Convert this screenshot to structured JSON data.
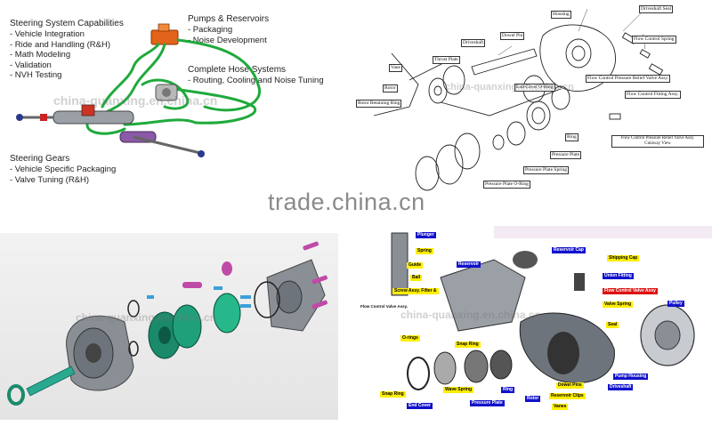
{
  "watermarks": {
    "site": "trade.china.cn",
    "panel": "china-quanxing.en.china.cn"
  },
  "steering_system": {
    "capabilities_title": "Steering System Capabilities",
    "capabilities": [
      "- Vehicle Integration",
      "- Ride and Handling (R&H)",
      "- Math Modeling",
      "- Validation",
      "- NVH Testing"
    ],
    "pumps_title": "Pumps & Reservoirs",
    "pumps": [
      "- Packaging",
      "- Noise Development"
    ],
    "hoses_title": "Complete Hose Systems",
    "hoses": [
      "- Routing, Cooling and Noise Tuning"
    ],
    "gears_title": "Steering Gears",
    "gears": [
      "- Vehicle Specific Packaging",
      "- Valve Tuning (R&H)"
    ]
  },
  "pump_exploded": {
    "labels": [
      "Housing",
      "Driveshaft Seal",
      "Driveshaft",
      "Dowel Pin",
      "Flow Control Spring",
      "Thrust Plate",
      "Vane",
      "Rotor",
      "Rotor Retaining Ring",
      "End Cover O-Ring",
      "Flow Control Pressure Relief Valve Assy.",
      "Flow Control Fitting Assy.",
      "Ring",
      "Flow Control Pressure Relief Valve Assy. Cutaway View",
      "Pressure Plate",
      "Pressure Plate Spring",
      "Pressure Plate O-Ring"
    ]
  },
  "pump_colored": {
    "flow_caption": "Flow Control Valve Assy.",
    "blue_labels": [
      "Plunger",
      "Reservoir",
      "Reservoir Cap",
      "Union Fitting",
      "Pulley",
      "Pump Housing",
      "Driveshaft",
      "Ring",
      "Rotor",
      "End Cover",
      "Pressure Plate"
    ],
    "yellow_labels": [
      "Spring",
      "Guide",
      "Ball",
      "Screw Assy. Filter &",
      "Shipping Cap",
      "Valve Spring",
      "Seal",
      "O-rings",
      "Snap Ring",
      "Dowel Pins",
      "Reservoir Clips",
      "Vanes",
      "Wave Spring",
      "Snap Ring"
    ],
    "red_labels": [
      "Flow Control Valve Assy"
    ]
  },
  "colors": {
    "hose_green": "#1faa3c",
    "reservoir_orange": "#e2631a",
    "cad_green": "#1a8a6a",
    "cad_magenta": "#c04aa8",
    "label_yellow": "#ffee00",
    "label_blue": "#1111cc",
    "label_red": "#dd1111"
  }
}
